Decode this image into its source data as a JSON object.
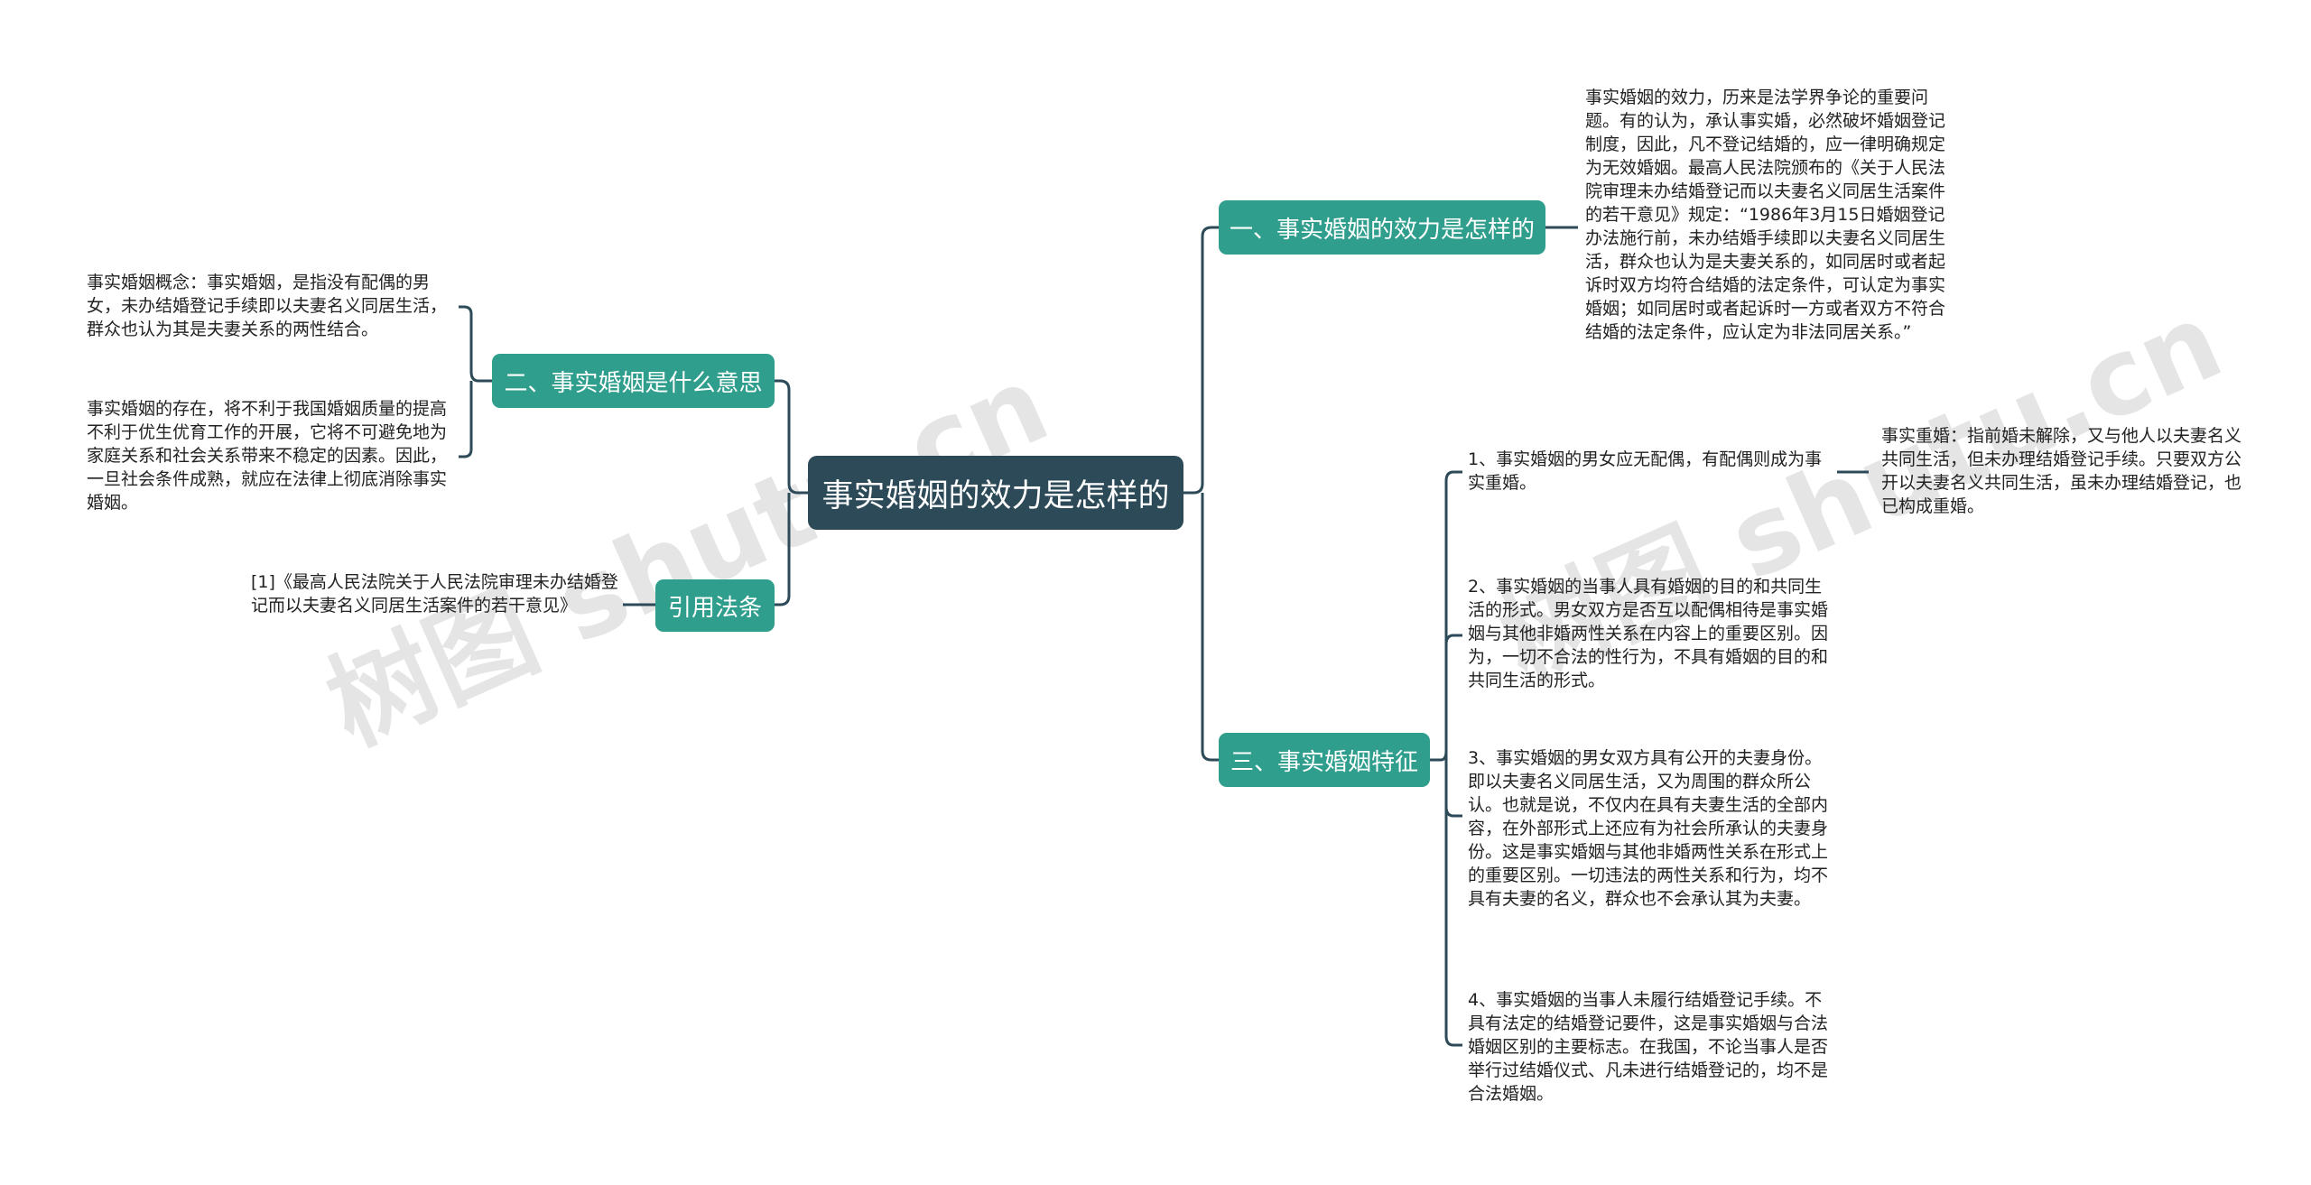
{
  "watermarks": [
    "树图 shutu.cn",
    "树图 shutu.cn"
  ],
  "central": {
    "label": "事实婚姻的效力是怎样的"
  },
  "branches": {
    "b1": {
      "label": "一、事实婚姻的效力是怎样的"
    },
    "b2": {
      "label": "二、事实婚姻是什么意思"
    },
    "b3": {
      "label": "三、事实婚姻特征"
    },
    "b4": {
      "label": "引用法条"
    }
  },
  "leaves": {
    "b1_text": "事实婚姻的效力，历来是法学界争论的重要问题。有的认为，承认事实婚，必然破坏婚姻登记制度，因此，凡不登记结婚的，应一律明确规定为无效婚姻。最高人民法院颁布的《关于人民法院审理未办结婚登记而以夫妻名义同居生活案件的若干意见》规定：“1986年3月15日婚姻登记办法施行前，未办结婚手续即以夫妻名义同居生活，群众也认为是夫妻关系的，如同居时或者起诉时双方均符合结婚的法定条件，可认定为事实婚姻；如同居时或者起诉时一方或者双方不符合结婚的法定条件，应认定为非法同居关系。”",
    "b2_text1": "事实婚姻概念：事实婚姻，是指没有配偶的男女，未办结婚登记手续即以夫妻名义同居生活，群众也认为其是夫妻关系的两性结合。",
    "b2_text2": "事实婚姻的存在，将不利于我国婚姻质量的提高不利于优生优育工作的开展，它将不可避免地为家庭关系和社会关系带来不稳定的因素。因此，一旦社会条件成熟，就应在法律上彻底消除事实婚姻。",
    "b3_item1": "1、事实婚姻的男女应无配偶，有配偶则成为事实重婚。",
    "b3_item1_sub": "事实重婚：指前婚未解除，又与他人以夫妻名义共同生活，但未办理结婚登记手续。只要双方公开以夫妻名义共同生活，虽未办理结婚登记，也已构成重婚。",
    "b3_item2": "2、事实婚姻的当事人具有婚姻的目的和共同生活的形式。男女双方是否互以配偶相待是事实婚姻与其他非婚两性关系在内容上的重要区别。因为，一切不合法的性行为，不具有婚姻的目的和共同生活的形式。",
    "b3_item3": "3、事实婚姻的男女双方具有公开的夫妻身份。即以夫妻名义同居生活，又为周围的群众所公认。也就是说，不仅内在具有夫妻生活的全部内容，在外部形式上还应有为社会所承认的夫妻身份。这是事实婚姻与其他非婚两性关系在形式上的重要区别。一切违法的两性关系和行为，均不具有夫妻的名义，群众也不会承认其为夫妻。",
    "b3_item4": "4、事实婚姻的当事人未履行结婚登记手续。不具有法定的结婚登记要件，这是事实婚姻与合法婚姻区别的主要标志。在我国，不论当事人是否举行过结婚仪式、凡未进行结婚登记的，均不是合法婚姻。",
    "b4_text": "[1]《最高人民法院关于人民法院审理未办结婚登记而以夫妻名义同居生活案件的若干意见》"
  },
  "colors": {
    "central": "#2c4a57",
    "branch": "#2f9e8c",
    "line": "#2c4a57"
  }
}
